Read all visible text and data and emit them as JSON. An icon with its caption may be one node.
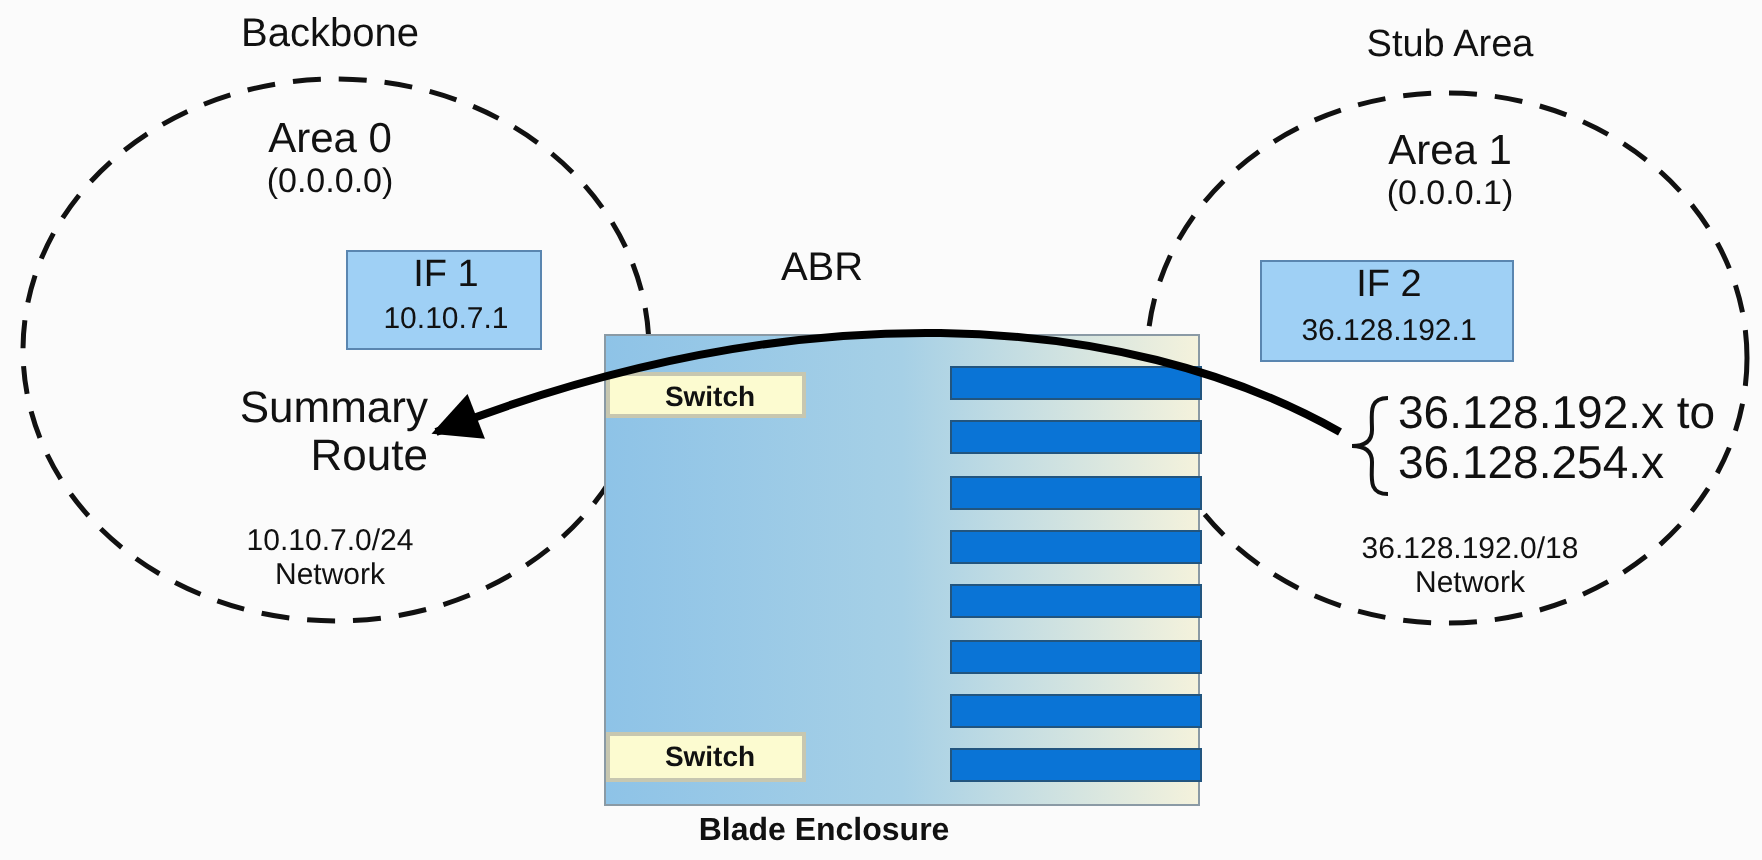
{
  "diagram": {
    "nodes": [
      {
        "text": [
          "Backbone",
          "Area 0",
          "(0.0.0.0)",
          "10.10.7.0/24 Network"
        ]
      },
      {
        "text": [
          "IF 1",
          "10.10.7.1"
        ],
        "in": 0
      },
      {
        "text": [
          "Summary Route"
        ],
        "in": 0
      },
      {
        "text": [
          "Stub Area",
          "Area 1",
          "(0.0.0.1)",
          "36.128.192.0/18 Network"
        ]
      },
      {
        "text": [
          "IF 2",
          "36.128.192.1"
        ],
        "in": 3
      },
      {
        "text": [
          "36.128.192.x to 36.128.254.x"
        ],
        "in": 3
      },
      {
        "text": [
          "ABR",
          "Blade Enclosure"
        ]
      },
      {
        "text": [
          "Switch"
        ],
        "in": 6
      },
      {
        "text": [
          "Switch"
        ],
        "in": 6
      },
      {
        "text": [],
        "shape": "bar",
        "in": 6
      },
      {
        "text": [],
        "shape": "bar",
        "in": 6
      },
      {
        "text": [],
        "shape": "bar",
        "in": 6
      },
      {
        "text": [],
        "shape": "bar",
        "in": 6
      },
      {
        "text": [],
        "shape": "bar",
        "in": 6
      },
      {
        "text": [],
        "shape": "bar",
        "in": 6
      },
      {
        "text": [],
        "shape": "bar",
        "in": 6
      },
      {
        "text": [],
        "shape": "bar",
        "in": 6
      }
    ],
    "edges": [
      {
        "from": 5,
        "to": 2,
        "arrow": "to"
      }
    ]
  }
}
